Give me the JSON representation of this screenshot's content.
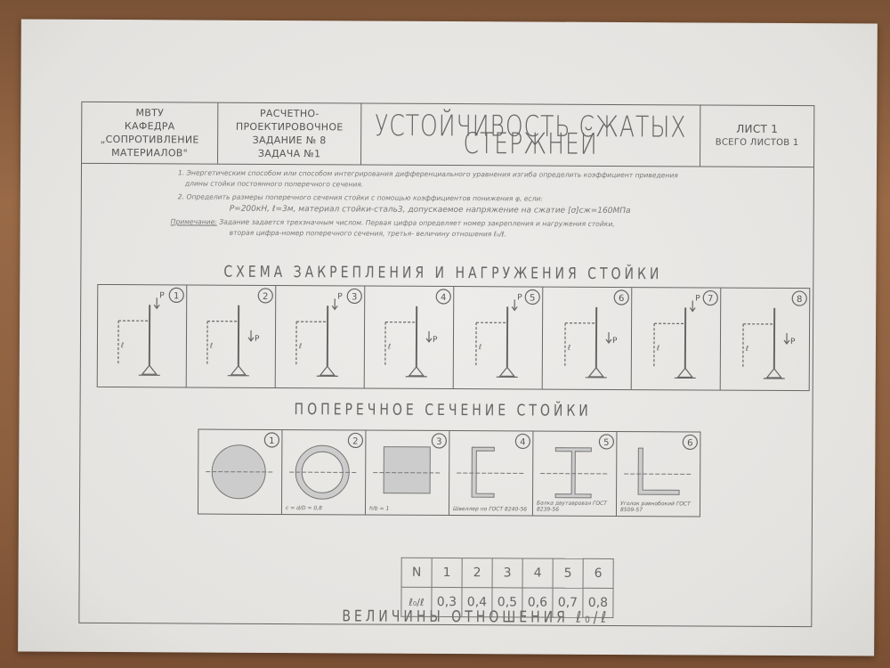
{
  "header": {
    "institution": [
      "МВТУ",
      "КАФЕДРА „СОПРОТИВЛЕНИЕ",
      "МАТЕРИАЛОВ\""
    ],
    "assignment": [
      "РАСЧЕТНО-ПРОЕКТИРОВОЧНОЕ",
      "ЗАДАНИЕ № 8",
      "ЗАДАЧА №1"
    ],
    "title": "УСТОЙЧИВОСТЬ СЖАТЫХ СТЕРЖНЕЙ",
    "sheet": "ЛИСТ 1",
    "sheets_total": "ВСЕГО   ЛИСТОВ 1"
  },
  "instructions": {
    "line1": "1. Энергетическим способом или способом интегрирования дифференциального уравнения изгиба определить коэффициент приведения",
    "line1b": "длины стойки постоянного поперечного сечения.",
    "line2": "2. Определить размеры поперечного сечения стойки с помощью коэффициентов понижения φ, если:",
    "line3": "P=200кН, ℓ=3м, материал стойки-сталь3, допускаемое напряжение на сжатие [σ]сж=160МПа",
    "note_label": "Примечание:",
    "note1": " Задание задается трехзначным числом. Первая цифра определяет номер закрепления и нагружения стойки,",
    "note2": "вторая цифра-номер поперечного сечения, третья- величину отношения ℓ₀/ℓ."
  },
  "schemes": {
    "title": "СХЕМА ЗАКРЕПЛЕНИЯ И НАГРУЖЕНИЯ СТОЙКИ",
    "numbers": [
      "1",
      "2",
      "3",
      "4",
      "5",
      "6",
      "7",
      "8"
    ],
    "load_label": "P"
  },
  "sections": {
    "title": "ПОПЕРЕЧНОЕ СЕЧЕНИЕ СТОЙКИ",
    "numbers": [
      "1",
      "2",
      "3",
      "4",
      "5",
      "6"
    ],
    "captions": [
      "",
      "c = d/D = 0,8",
      "h/b = 1",
      "Швеллер по ГОСТ 8240-56",
      "Балка двутавровая ГОСТ 8239-56",
      "Уголок равнобокий ГОСТ 8509-57"
    ]
  },
  "ratios": {
    "title": "ВЕЛИЧИНЫ ОТНОШЕНИЯ ℓ₀/ℓ",
    "header_label": "N",
    "row_label": "ℓ₀/ℓ",
    "columns": [
      "1",
      "2",
      "3",
      "4",
      "5",
      "6"
    ],
    "values": [
      "0,3",
      "0,4",
      "0,5",
      "0,6",
      "0,7",
      "0,8"
    ]
  }
}
